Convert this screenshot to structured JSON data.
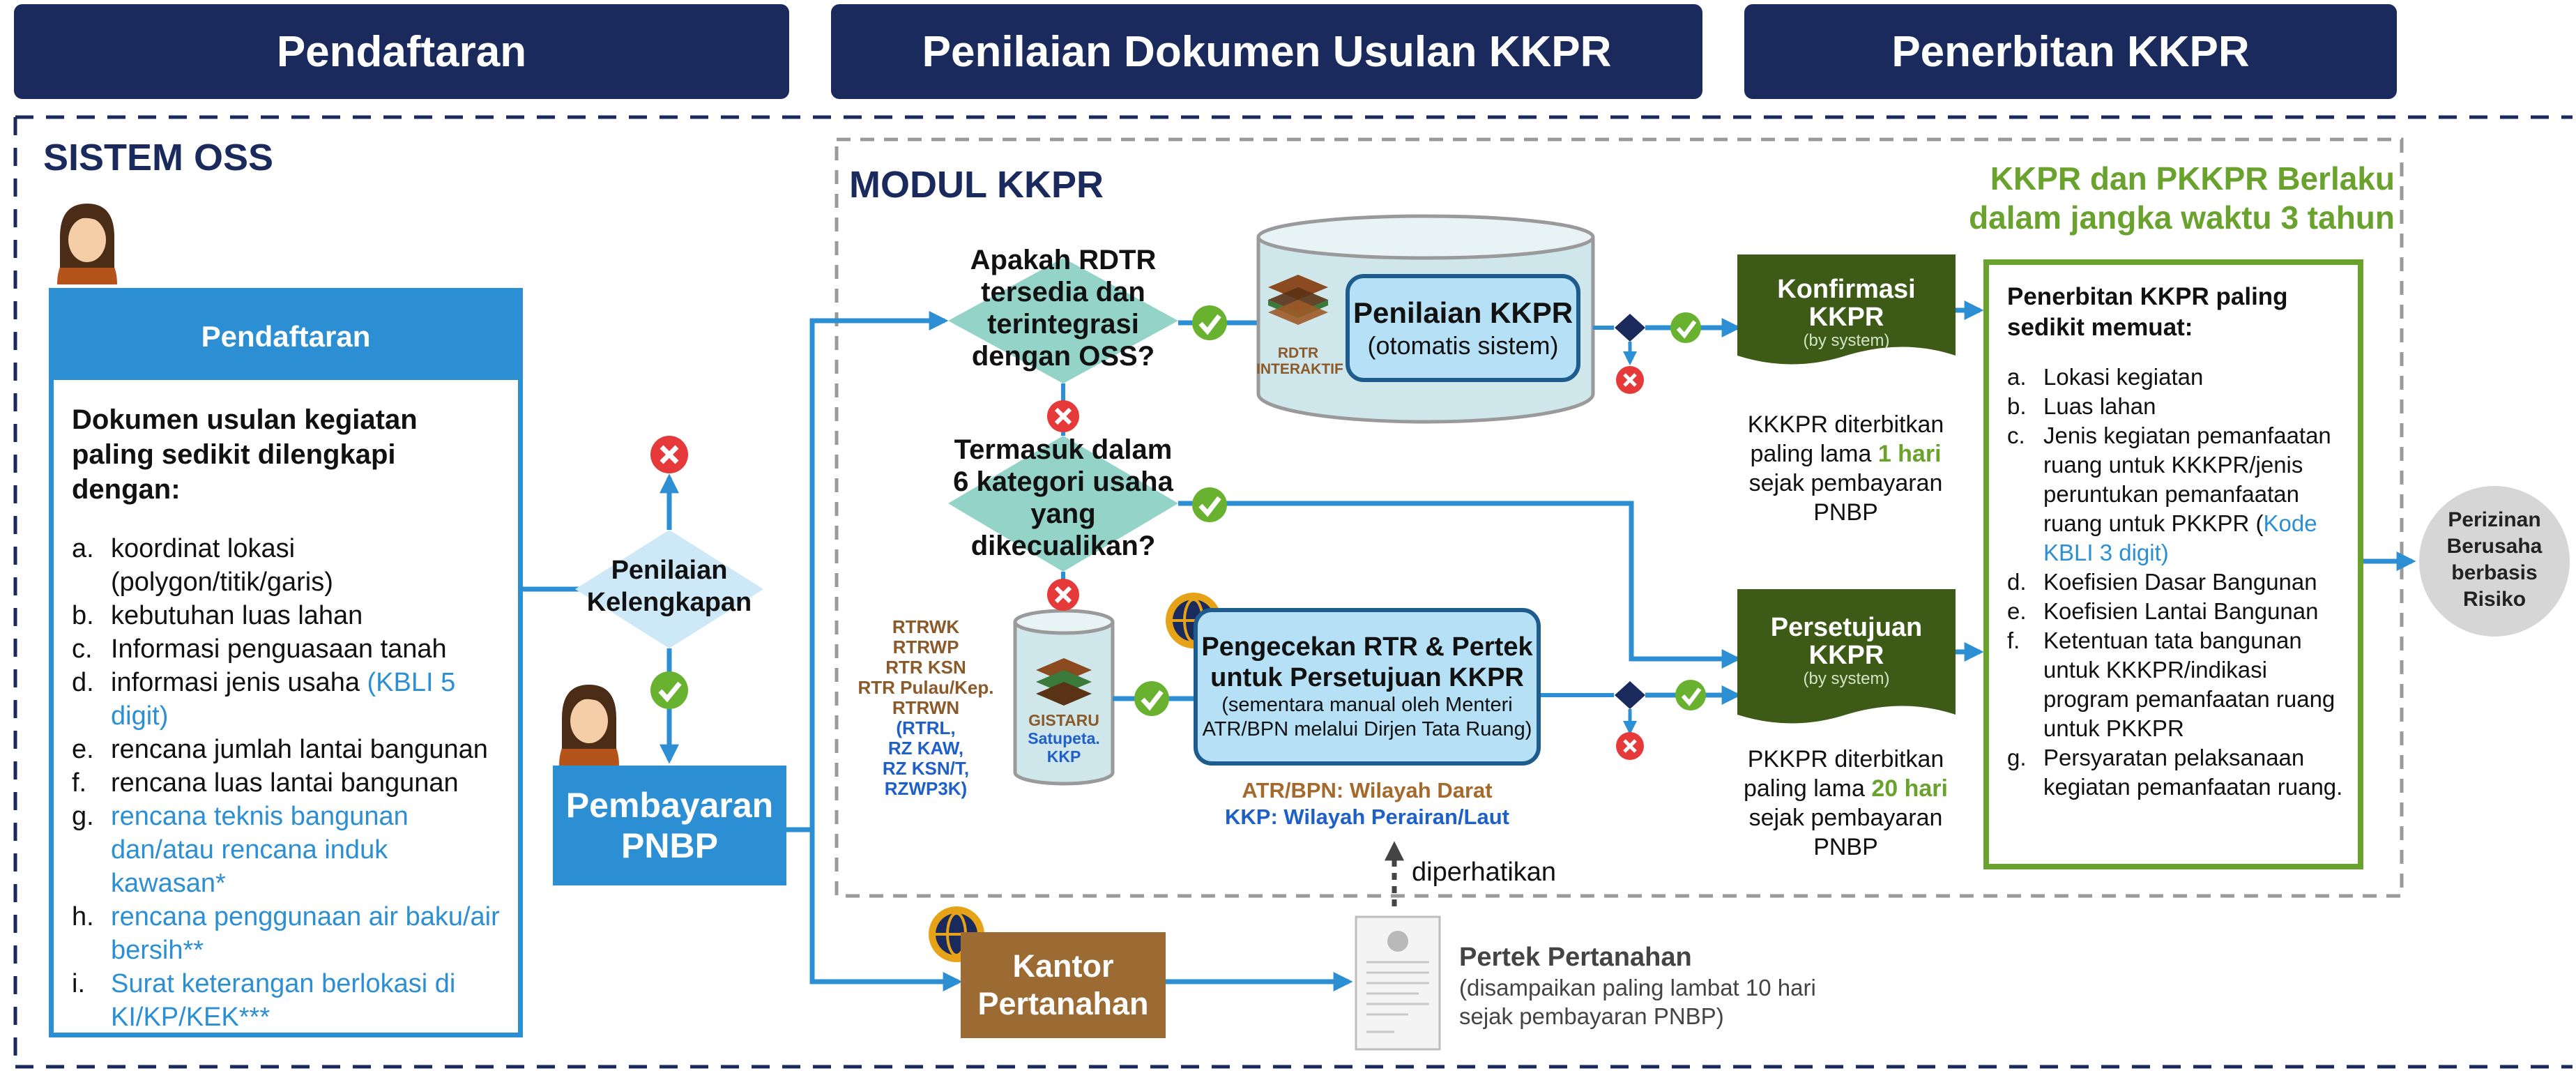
{
  "headers": {
    "pendaftaran": "Pendaftaran",
    "penilaian": "Penilaian Dokumen Usulan KKPR",
    "penerbitan": "Penerbitan KKPR"
  },
  "sistem_oss": "SISTEM OSS",
  "modul_kkpr": "MODUL KKPR",
  "validity_line1": "KKPR dan PKKPR Berlaku",
  "validity_line2": "dalam jangka waktu 3 tahun",
  "pendaftaran_box": {
    "title": "Pendaftaran",
    "intro": "Dokumen usulan kegiatan paling sedikit dilengkapi dengan:",
    "items": [
      {
        "key": "a.",
        "text": "koordinat lokasi (polygon/titik/garis)",
        "extra": ""
      },
      {
        "key": "b.",
        "text": "kebutuhan luas lahan",
        "extra": ""
      },
      {
        "key": "c.",
        "text": "Informasi penguasaan tanah",
        "extra": ""
      },
      {
        "key": "d.",
        "text": "informasi jenis usaha ",
        "extra": "(KBLI 5 digit)"
      },
      {
        "key": "e.",
        "text": "rencana jumlah lantai bangunan",
        "extra": ""
      },
      {
        "key": "f.",
        "text": "rencana luas lantai bangunan",
        "extra": ""
      },
      {
        "key": "g.",
        "text": "",
        "extra": "rencana teknis bangunan dan/atau rencana induk kawasan*"
      },
      {
        "key": "h.",
        "text": "",
        "extra": "rencana penggunaan air baku/air bersih**"
      },
      {
        "key": "i.",
        "text": "",
        "extra": "Surat keterangan berlokasi di KI/KP/KEK***"
      }
    ]
  },
  "penilaian_kelengkapan": [
    "Penilaian",
    "Kelengkapan"
  ],
  "pembayaran_pnbp": [
    "Pembayaran",
    "PNBP"
  ],
  "decision1": [
    "Apakah RDTR",
    "tersedia dan",
    "terintegrasi",
    "dengan OSS?"
  ],
  "decision2": [
    "Termasuk dalam",
    "6 kategori usaha",
    "yang",
    "dikecualikan?"
  ],
  "rdtr_interaktif": [
    "RDTR",
    "INTERAKTIF"
  ],
  "penilaian_kkpr": {
    "title": "Penilaian KKPR",
    "sub": "(otomatis sistem)"
  },
  "rtr_list": [
    "RTRWK",
    "RTRWP",
    "RTR KSN",
    "RTR Pulau/Kep.",
    "RTRWN"
  ],
  "rtr_list_blue": [
    "(RTRL,",
    "RZ KAW,",
    "RZ KSN/T,",
    "RZWP3K)"
  ],
  "gistaru": {
    "name": "GISTARU",
    "sub1": "Satupeta.",
    "sub2": "KKP"
  },
  "pengecekan": {
    "title1": "Pengecekan RTR & Pertek",
    "title2": "untuk Persetujuan KKPR",
    "sub1": "(sementara manual oleh Menteri",
    "sub2": "ATR/BPN melalui Dirjen Tata Ruang)"
  },
  "wilayah_darat": "ATR/BPN: Wilayah Darat",
  "wilayah_laut": "KKP: Wilayah Perairan/Laut",
  "diperhatikan": "diperhatikan",
  "kantor_pertanahan": [
    "Kantor",
    "Pertanahan"
  ],
  "pertek": {
    "title": "Pertek Pertanahan",
    "sub1": "(disampaikan paling lambat 10 hari",
    "sub2": "sejak pembayaran PNBP)"
  },
  "konfirmasi": {
    "title1": "Konfirmasi",
    "title2": "KKPR",
    "sub": "(by system)"
  },
  "konfirmasi_note": {
    "l1": "KKKPR diterbitkan",
    "l2a": "paling lama ",
    "l2b": "1 hari",
    "l3": "sejak pembayaran",
    "l4": "PNBP"
  },
  "persetujuan": {
    "title1": "Persetujuan",
    "title2": "KKPR",
    "sub": "(by system)"
  },
  "persetujuan_note": {
    "l1": "PKKPR diterbitkan",
    "l2a": "paling lama ",
    "l2b": "20 hari",
    "l3": "sejak pembayaran",
    "l4": "PNBP"
  },
  "penerbitan_box": {
    "intro": "Penerbitan KKPR paling sedikit memuat:",
    "items": [
      {
        "key": "a.",
        "text": "Lokasi kegiatan",
        "extra": ""
      },
      {
        "key": "b.",
        "text": "Luas lahan",
        "extra": ""
      },
      {
        "key": "c.",
        "text": "Jenis kegiatan pemanfaatan ruang untuk KKKPR/jenis peruntukan pemanfaatan ruang untuk PKKPR (",
        "extra": "Kode KBLI 3 digit)"
      },
      {
        "key": "d.",
        "text": "Koefisien Dasar Bangunan",
        "extra": ""
      },
      {
        "key": "e.",
        "text": "Koefisien Lantai Bangunan",
        "extra": ""
      },
      {
        "key": "f.",
        "text": "Ketentuan tata bangunan untuk KKKPR/indikasi program pemanfaatan ruang untuk PKKPR",
        "extra": ""
      },
      {
        "key": "g.",
        "text": "Persyaratan pelaksanaan kegiatan pemanfaatan ruang.",
        "extra": ""
      }
    ]
  },
  "perizinan": [
    "Perizinan",
    "Berusaha",
    "berbasis",
    "Risiko"
  ]
}
